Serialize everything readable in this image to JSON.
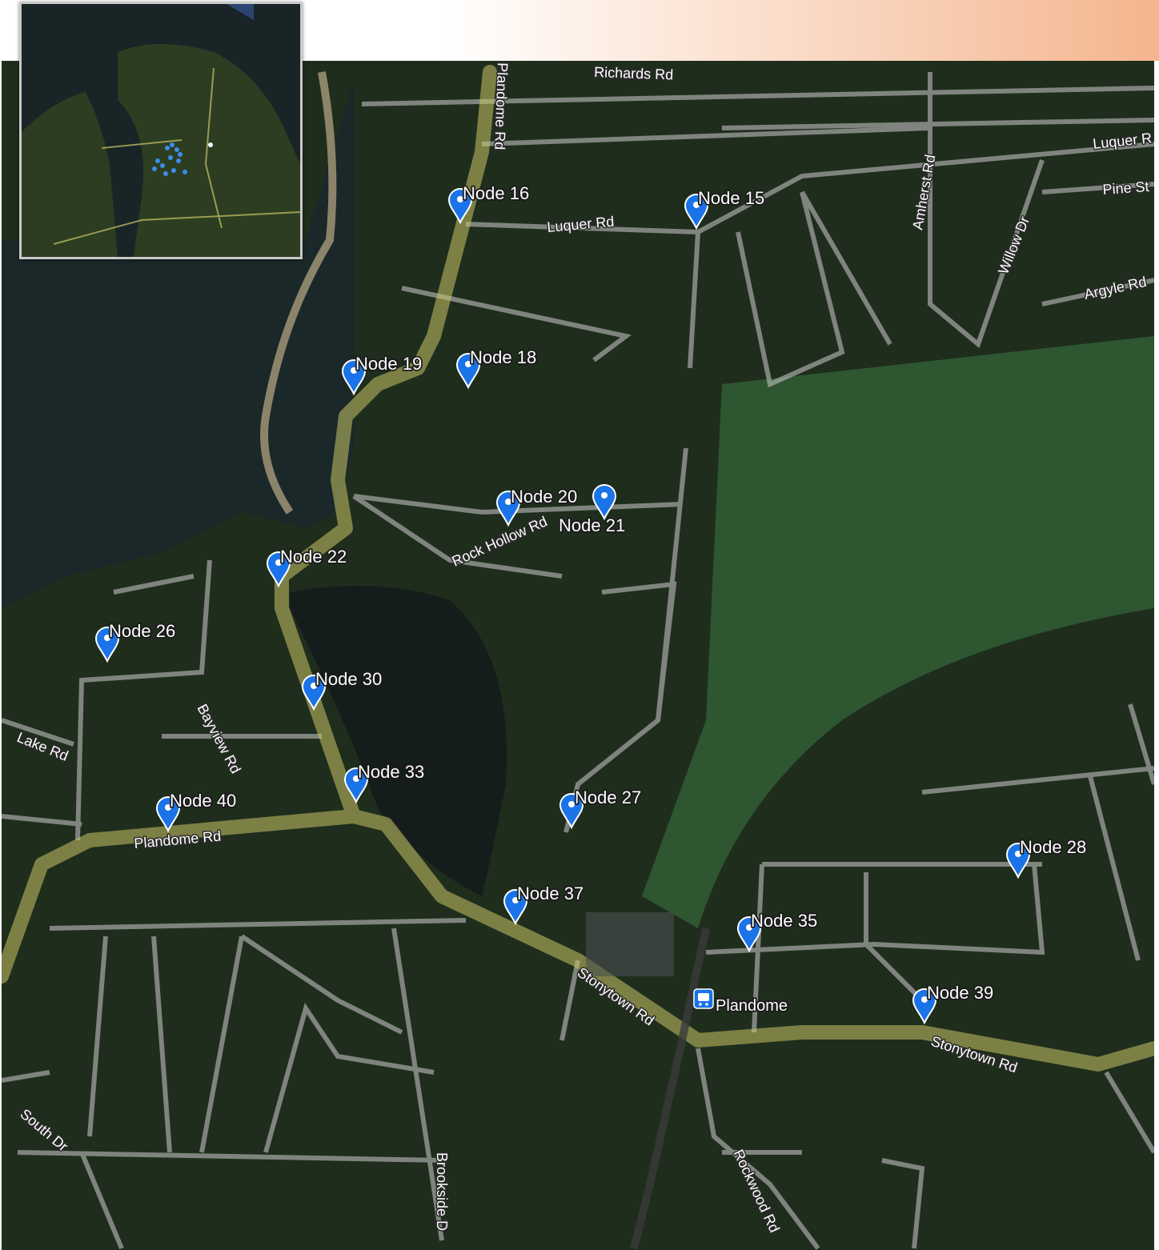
{
  "map": {
    "nodes": [
      {
        "label": "Node 16"
      },
      {
        "label": "Node 15"
      },
      {
        "label": "Node 19"
      },
      {
        "label": "Node 18"
      },
      {
        "label": "Node 20"
      },
      {
        "label": "Node 21"
      },
      {
        "label": "Node 22"
      },
      {
        "label": "Node 26"
      },
      {
        "label": "Node 30"
      },
      {
        "label": "Node 33"
      },
      {
        "label": "Node 40"
      },
      {
        "label": "Node 27"
      },
      {
        "label": "Node 28"
      },
      {
        "label": "Node 37"
      },
      {
        "label": "Node 35"
      },
      {
        "label": "Node 39"
      }
    ],
    "roads": [
      {
        "name": "Richards Rd"
      },
      {
        "name": "Plandome Rd"
      },
      {
        "name": "Luquer Rd"
      },
      {
        "name": "Luquer R"
      },
      {
        "name": "Amherst Rd"
      },
      {
        "name": "Pine St"
      },
      {
        "name": "Willow Dr"
      },
      {
        "name": "Argyle Rd"
      },
      {
        "name": "Rock Hollow Rd"
      },
      {
        "name": "Lake Rd"
      },
      {
        "name": "Bayview Rd"
      },
      {
        "name": "Plandome Rd"
      },
      {
        "name": "Stonytown Rd"
      },
      {
        "name": "Stonytown Rd"
      },
      {
        "name": "South Dr"
      },
      {
        "name": "Brookside D"
      },
      {
        "name": "Rockwood Rd"
      }
    ],
    "station": {
      "name": "Plandome",
      "icon": "train-station-icon"
    },
    "colors": {
      "pin": "#1a73e8",
      "route": "#c9c566",
      "water": "#1b2a2c",
      "golf": "#2f5a33"
    }
  }
}
